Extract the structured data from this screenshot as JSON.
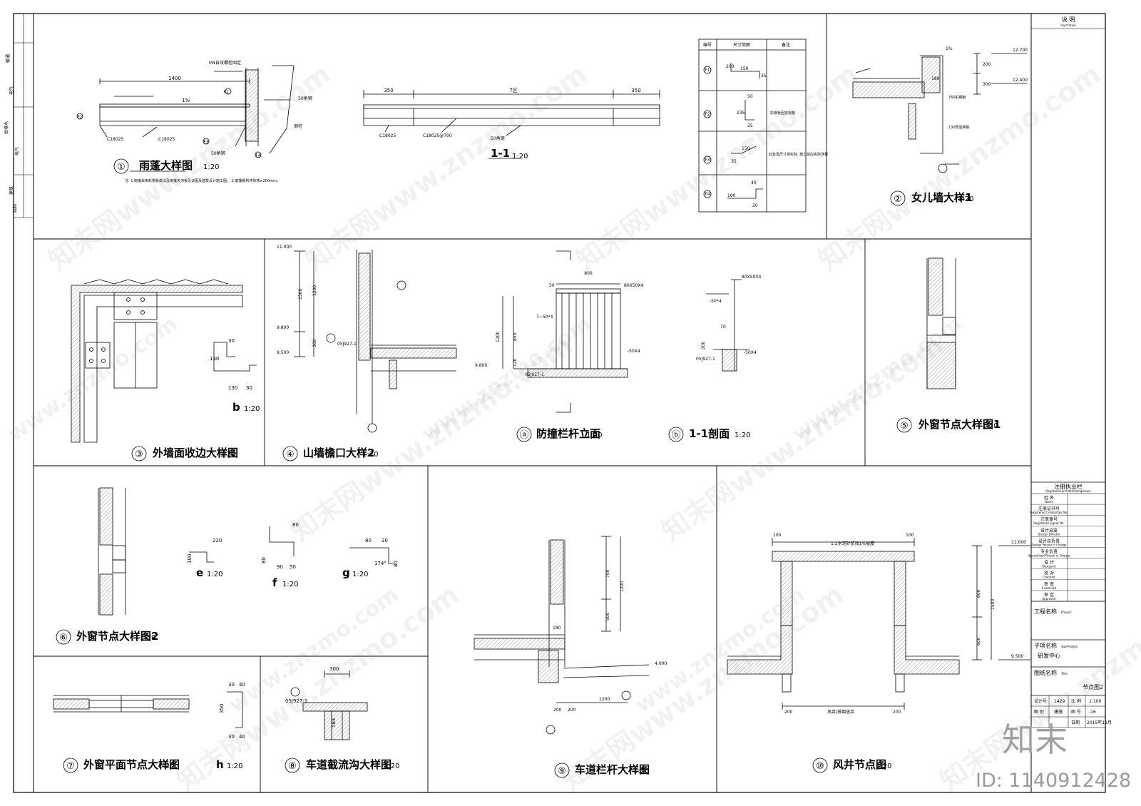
{
  "side_strip": {
    "labels": [
      "暖通",
      "电气",
      "给排水",
      "电气",
      "建筑",
      "结构"
    ]
  },
  "details": [
    {
      "num": "①",
      "title": "雨蓬大样图",
      "scale": "1:20"
    },
    {
      "num": "",
      "title": "1-1",
      "scale": "1:20"
    },
    {
      "num": "②",
      "title": "女儿墙大样1",
      "scale": "1:20"
    },
    {
      "num": "③",
      "title": "外墙面收边大样图",
      "scale": "1:20"
    },
    {
      "num": "④",
      "title": "山墙檐口大样2",
      "scale": "1:20"
    },
    {
      "num": "ⓐ",
      "title": "防撞栏杆立面",
      "scale": "1:20"
    },
    {
      "num": "ⓑ",
      "title": "1-1剖面",
      "scale": "1:20"
    },
    {
      "num": "⑤",
      "title": "外窗节点大样图1",
      "scale": "1:20"
    },
    {
      "num": "⑥",
      "title": "外窗节点大样图2",
      "scale": "1:20"
    },
    {
      "num": "⑦",
      "title": "外窗平面节点大样图",
      "scale": "1:20"
    },
    {
      "num": "⑧",
      "title": "车道截流沟大样图",
      "scale": "1:20"
    },
    {
      "num": "⑨",
      "title": "车道栏杆大样图",
      "scale": "1:20"
    },
    {
      "num": "⑩",
      "title": "风井节点图",
      "scale": "1:20"
    }
  ],
  "small_sections": [
    {
      "label": "b",
      "scale": "1:20"
    },
    {
      "label": "e",
      "scale": "1:20"
    },
    {
      "label": "f",
      "scale": "1:20"
    },
    {
      "label": "g",
      "scale": "1:20"
    },
    {
      "label": "h",
      "scale": "1:20"
    }
  ],
  "dims": {
    "d1": {
      "a": "1400",
      "b": "1%",
      "c": "M4自攻螺栓固定"
    },
    "d1_labels": [
      "C18025",
      "C18025",
      "50角钢",
      "钢柱",
      "50角钢"
    ],
    "d11": {
      "a": "350",
      "b": "7区",
      "c": "350",
      "d": "C18025",
      "e": "C18025@700",
      "f": "50角钢"
    },
    "d2": {
      "a": "12.700",
      "b": "12.400",
      "c": "200",
      "d": "300",
      "e": "180",
      "f": "1%",
      "g": "760彩钢板",
      "h": "130厚岩棉板"
    },
    "d4": {
      "a": "11.000",
      "b": "9.800",
      "c": "9.500",
      "d": "1500",
      "e": "1200",
      "f": "300",
      "g": "05J927-1"
    },
    "da": {
      "a": "800",
      "b": "50",
      "c": "7~50*4",
      "d": "1200",
      "e": "850",
      "f": "120",
      "g": "9.800",
      "h": "80X50X4",
      "i": "-50X4",
      "j": "05J927-1"
    },
    "db": {
      "a": "80X50X4",
      "b": "-50*4",
      "c": "70",
      "d": "200",
      "e": "-50X4",
      "f": "05J927-1"
    },
    "d9": {
      "a": "700",
      "b": "500",
      "c": "1200",
      "d": "180",
      "e": "4.000",
      "f": "1200",
      "g": "200",
      "h": "200"
    },
    "d10": {
      "a": "11.000",
      "b": "9.500",
      "c": "800",
      "d": "600",
      "e": "1500",
      "f": "200",
      "g": "200",
      "h": "100",
      "i": "100",
      "j": "风井/排烟竖井",
      "k": "1:2水泥砂浆找1%坡度"
    },
    "d8": {
      "a": "300",
      "b": "584",
      "c": "05J927-1"
    },
    "h": {
      "a": "30",
      "b": "40",
      "c": "350",
      "d": "30",
      "e": "40"
    },
    "e": {
      "a": "220",
      "b": "100"
    },
    "f": {
      "a": "80",
      "b": "90",
      "c": "50",
      "d": "80"
    },
    "g": {
      "a": "80",
      "b": "20",
      "c": "174°",
      "d": "80"
    },
    "bsec": {
      "a": "30",
      "b": "130",
      "c": "130",
      "d": "30"
    }
  },
  "table": {
    "headers": [
      "编号",
      "尺寸简图",
      "备注"
    ],
    "rows": [
      {
        "id": "F1",
        "dims": [
          "200",
          "150",
          "35"
        ],
        "note": ""
      },
      {
        "id": "F2",
        "dims": [
          "50",
          "235",
          "25"
        ],
        "note": "彩钢板固定规格"
      },
      {
        "id": "F3",
        "dims": [
          "150",
          "35"
        ],
        "note": "此处需尺寸按实际, 施工前应实际测量"
      },
      {
        "id": "F4",
        "dims": [
          "40",
          "100",
          "20"
        ],
        "note": ""
      }
    ]
  },
  "notes": {
    "canopy": "注: 1.雨篷采用彩钢板做法及雨篷天沟板见详图及建筑设计施工图。 2.雨篷钢构件除锈≥200mm。"
  },
  "title_block": {
    "header": "说 明",
    "header_en": "Illustration",
    "reg_title": "注册执业栏",
    "reg_en": "Registered architects/engineers",
    "rows": [
      {
        "cn": "姓    名",
        "en": "Name"
      },
      {
        "cn": "注册证书号",
        "en": "Registered Credentials No."
      },
      {
        "cn": "注册章号",
        "en": "Registered Signet No."
      },
      {
        "cn": "设计总监",
        "en": "Design Director"
      },
      {
        "cn": "设计总负责",
        "en": "Design Person in Charge"
      },
      {
        "cn": "专业负责",
        "en": "Specialized Person in Charge"
      },
      {
        "cn": "设    计",
        "en": "Designed"
      },
      {
        "cn": "校    对",
        "en": "Checked"
      },
      {
        "cn": "审    查",
        "en": "Examined"
      },
      {
        "cn": "审    定",
        "en": "Approved"
      }
    ],
    "project_label": "工程名称",
    "project_en": "Project:",
    "subproject_label": "子项名称",
    "subproject_en": "Sub-Project:",
    "subproject_value": "研发中心",
    "drawing_label": "图纸名称",
    "drawing_en": "Title:",
    "drawing_value": "节点图2",
    "design_no_label": "设计号",
    "design_no": "1429",
    "ratio_label": "比  例",
    "ratio": "1:100",
    "type_label": "图  别",
    "type": "建施",
    "no_label": "图  号",
    "no": "-16",
    "date_label": "日期",
    "date": "2015年11月"
  },
  "watermark": {
    "site": "知末网www.znzmo.com",
    "site_short": "www.znzmo.com",
    "logo": "知末",
    "id": "ID: 1140912428"
  }
}
